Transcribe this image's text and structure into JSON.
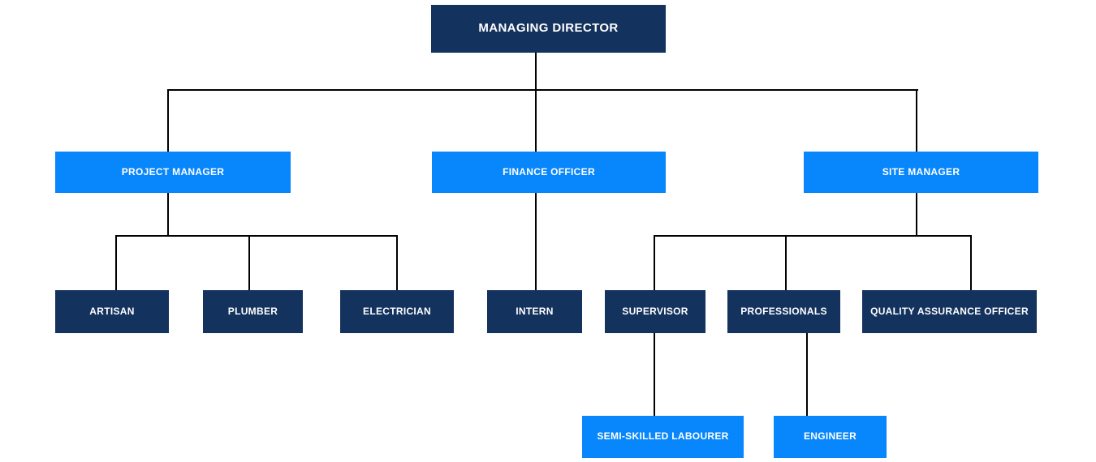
{
  "org_chart": {
    "type": "organization-chart",
    "colors": {
      "node_dark": "#14325e",
      "node_accent": "#0886fb",
      "connector": "#000000",
      "text": "#ffffff",
      "background": "#ffffff"
    },
    "nodes": {
      "managing_director": {
        "label": "MANAGING DIRECTOR",
        "level": 1,
        "reports_to": null
      },
      "project_manager": {
        "label": "PROJECT MANAGER",
        "level": 2,
        "reports_to": "MANAGING DIRECTOR"
      },
      "finance_officer": {
        "label": "FINANCE OFFICER",
        "level": 2,
        "reports_to": "MANAGING DIRECTOR"
      },
      "site_manager": {
        "label": "SITE MANAGER",
        "level": 2,
        "reports_to": "MANAGING DIRECTOR"
      },
      "artisan": {
        "label": "ARTISAN",
        "level": 3,
        "reports_to": "PROJECT MANAGER"
      },
      "plumber": {
        "label": "PLUMBER",
        "level": 3,
        "reports_to": "PROJECT MANAGER"
      },
      "electrician": {
        "label": "ELECTRICIAN",
        "level": 3,
        "reports_to": "PROJECT MANAGER"
      },
      "intern": {
        "label": "INTERN",
        "level": 3,
        "reports_to": "FINANCE OFFICER"
      },
      "supervisor": {
        "label": "SUPERVISOR",
        "level": 3,
        "reports_to": "SITE MANAGER"
      },
      "professionals": {
        "label": "PROFESSIONALS",
        "level": 3,
        "reports_to": "SITE MANAGER"
      },
      "qa_officer": {
        "label": "QUALITY ASSURANCE OFFICER",
        "level": 3,
        "reports_to": "SITE MANAGER"
      },
      "semi_skilled_labourer": {
        "label": "SEMI-SKILLED LABOURER",
        "level": 4,
        "reports_to": "SUPERVISOR"
      },
      "engineer": {
        "label": "ENGINEER",
        "level": 4,
        "reports_to": "PROFESSIONALS"
      }
    }
  }
}
